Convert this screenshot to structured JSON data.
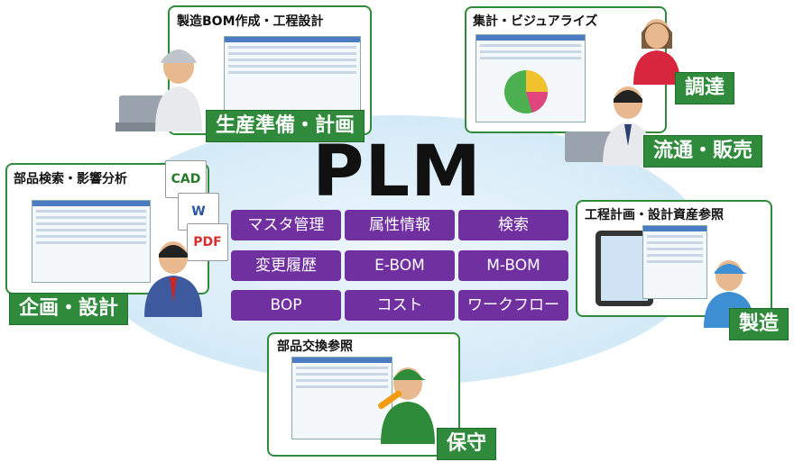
{
  "center_title": "PLM",
  "features": [
    "マスタ管理",
    "属性情報",
    "検索",
    "変更履歴",
    "E-BOM",
    "M-BOM",
    "BOP",
    "コスト",
    "ワークフロー"
  ],
  "panels": {
    "top": {
      "title": "製造BOM作成・工程設計",
      "label": "生産準備・計画"
    },
    "top_right": {
      "title": "集計・ビジュアライズ",
      "label_1": "調達",
      "label_2": "流通・販売"
    },
    "left": {
      "title": "部品検索・影響分析",
      "label": "企画・設計"
    },
    "right": {
      "title": "工程計画・設計資産参照",
      "label": "製造"
    },
    "bottom": {
      "title": "部品交換参照",
      "label": "保守"
    }
  },
  "documents": [
    "CAD",
    "W",
    "PDF"
  ],
  "colors": {
    "tile": "#7030a0",
    "panel_border": "#2e8b3a",
    "label_bg": "#2f8a3b",
    "ellipse": "#d8ecf8"
  }
}
